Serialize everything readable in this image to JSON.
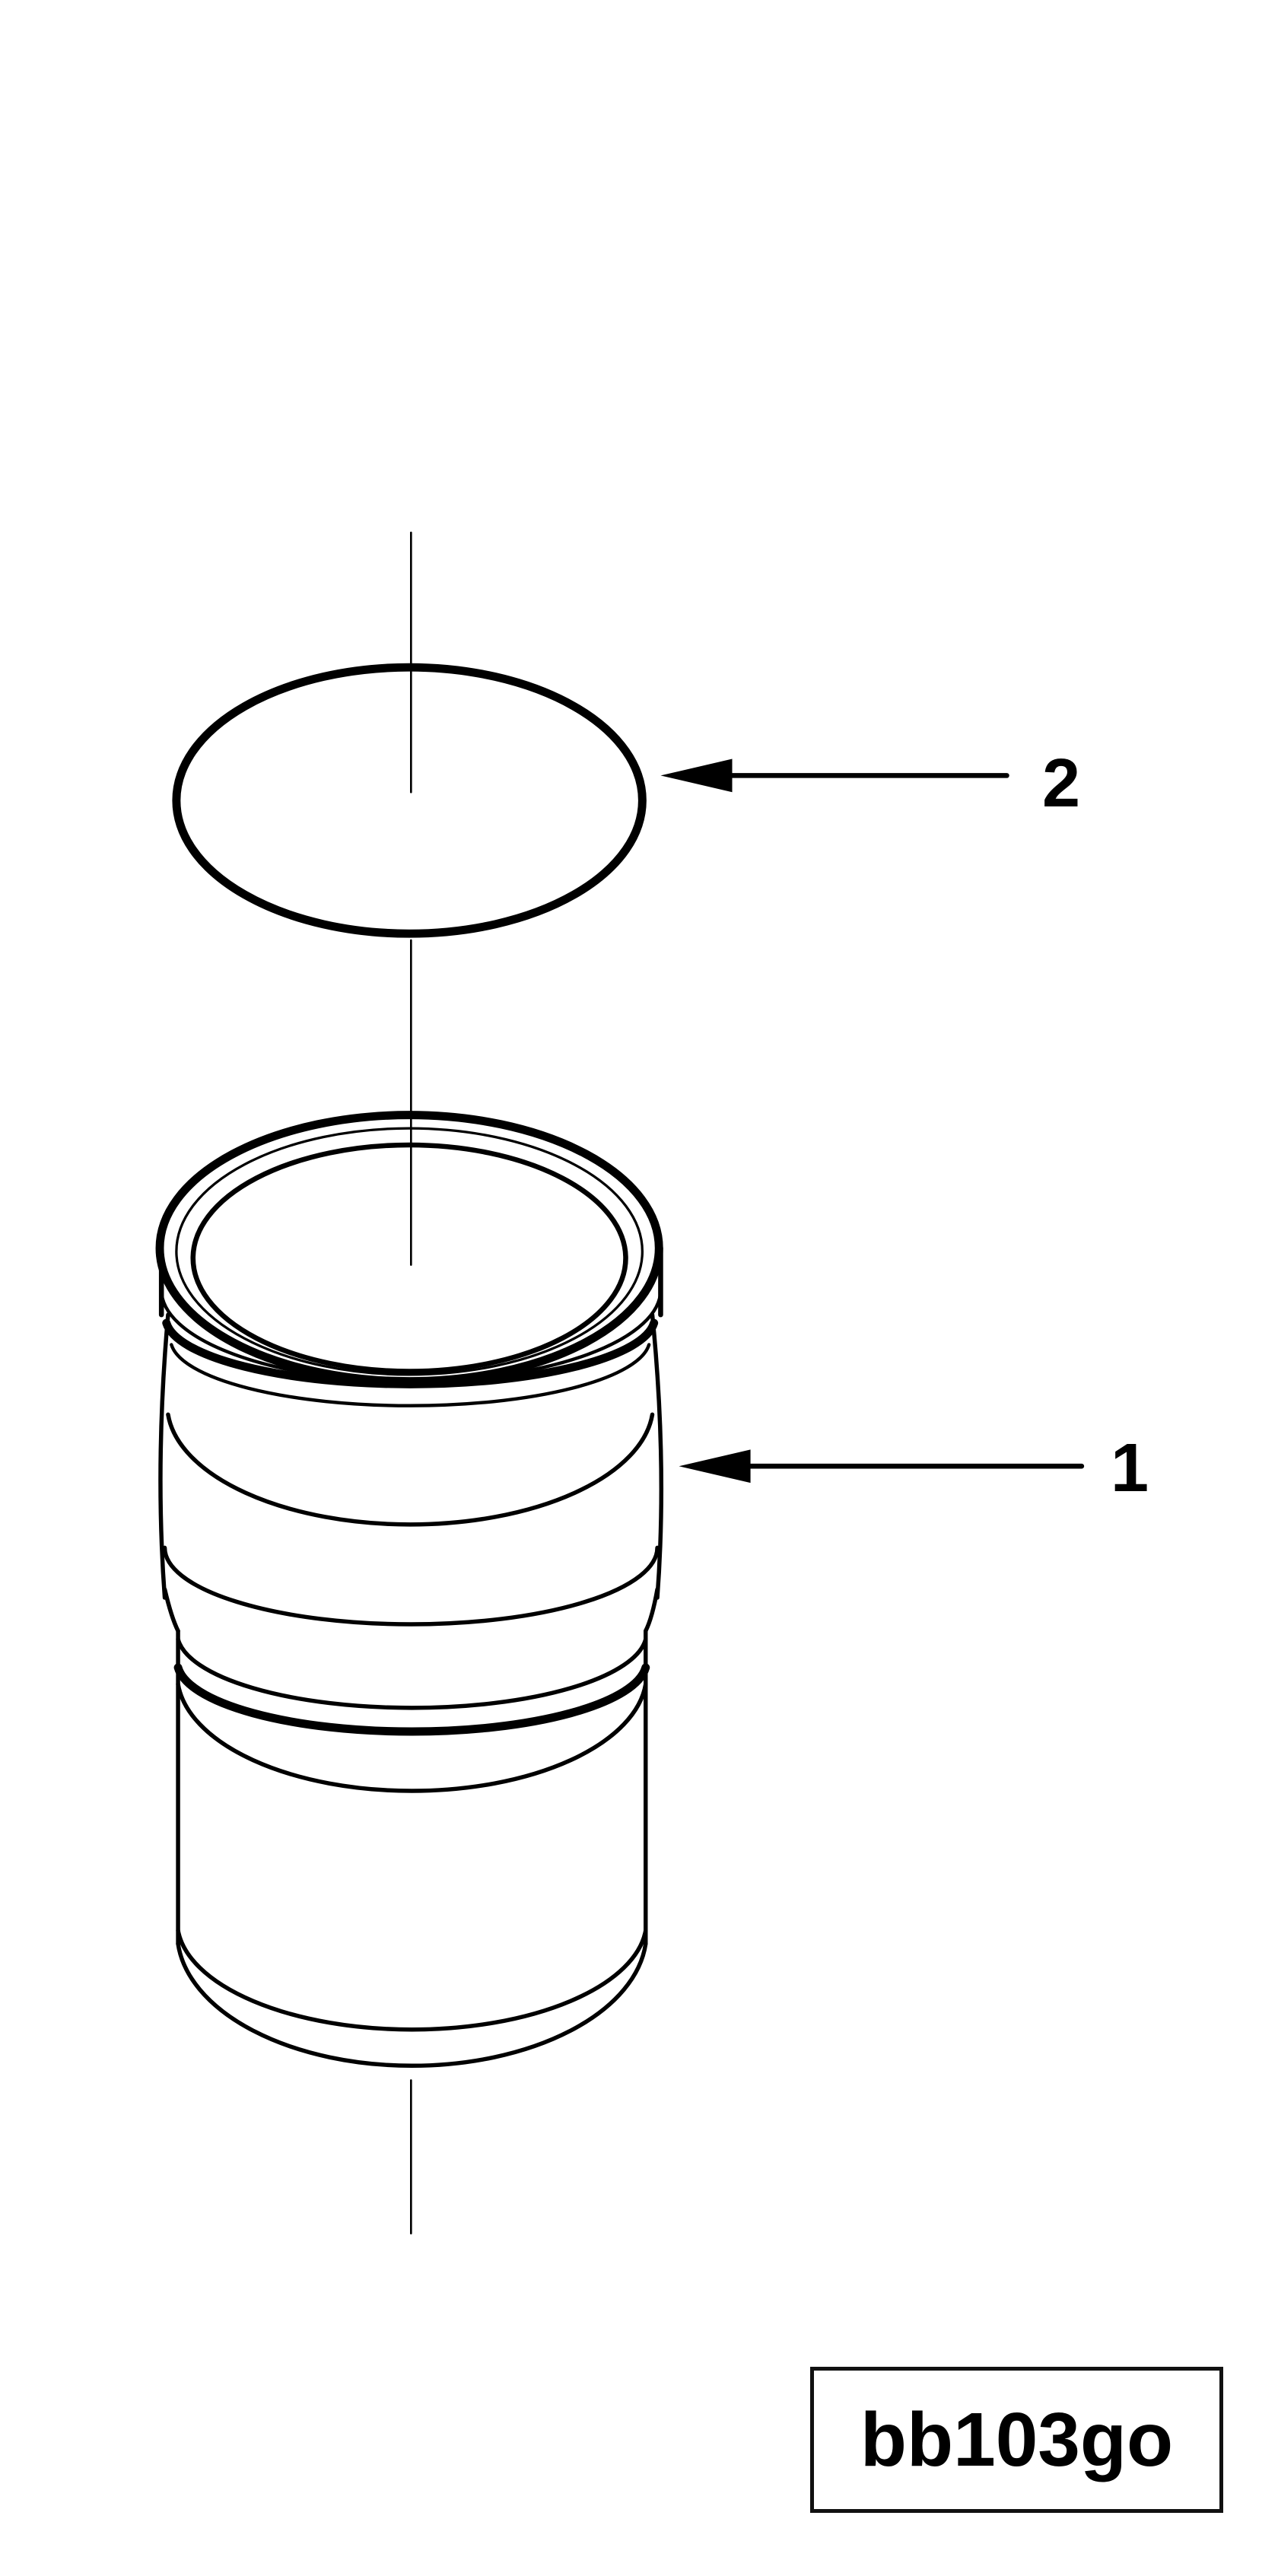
{
  "callouts": [
    {
      "label": "1",
      "part": "cylinder-liner"
    },
    {
      "label": "2",
      "part": "o-ring-seal"
    }
  ],
  "figure_id": "bb103go",
  "colors": {
    "line": "#000000",
    "background": "#ffffff"
  }
}
